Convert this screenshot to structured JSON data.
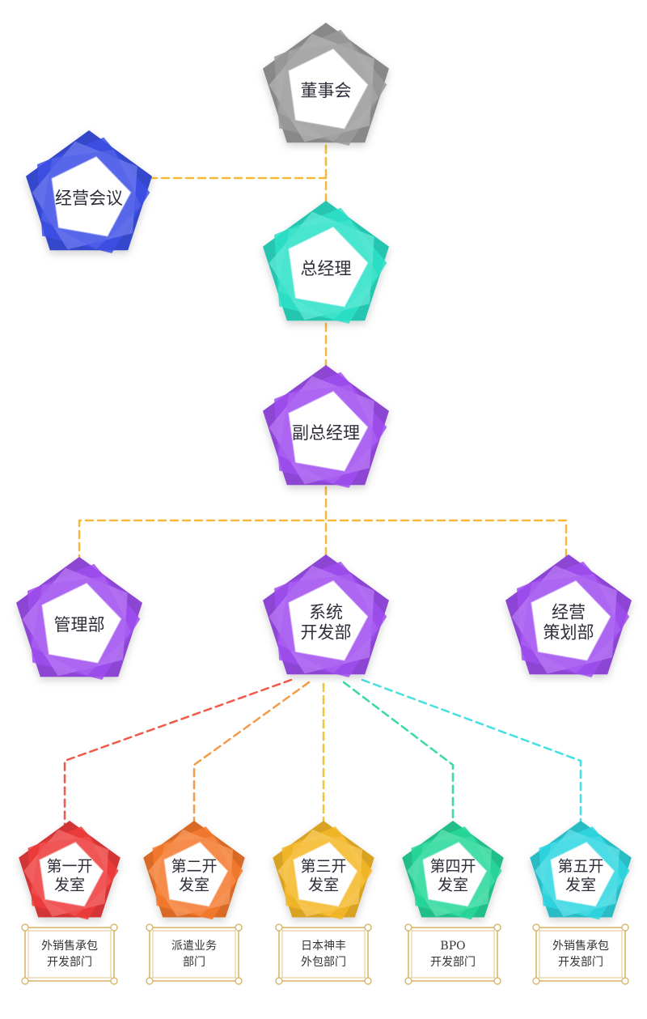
{
  "nodes": {
    "board": {
      "lines": [
        "董事会"
      ],
      "color": "#9a9a9a"
    },
    "mgmt_meeting": {
      "lines": [
        "经营会议"
      ],
      "color": "#3d4fe6"
    },
    "gm": {
      "lines": [
        "总经理"
      ],
      "color": "#2de0c8"
    },
    "deputy_gm": {
      "lines": [
        "副总经理"
      ],
      "color": "#a04ef0"
    },
    "admin_dept": {
      "lines": [
        "管理部"
      ],
      "color": "#a04ef0"
    },
    "sys_dev_dept": {
      "lines": [
        "系统",
        "开发部"
      ],
      "color": "#a04ef0"
    },
    "planning_dept": {
      "lines": [
        "经营",
        "策划部"
      ],
      "color": "#a04ef0"
    },
    "dev1": {
      "lines": [
        "第一开",
        "发室"
      ],
      "color": "#ef3b3b"
    },
    "dev2": {
      "lines": [
        "第二开",
        "发室"
      ],
      "color": "#f57a2e"
    },
    "dev3": {
      "lines": [
        "第三开",
        "发室"
      ],
      "color": "#f5b928"
    },
    "dev4": {
      "lines": [
        "第四开",
        "发室"
      ],
      "color": "#27d89a"
    },
    "dev5": {
      "lines": [
        "第五开",
        "发室"
      ],
      "color": "#2fd6e0"
    }
  },
  "descriptions": {
    "dev1": [
      "外销售承包",
      "开发部门"
    ],
    "dev2": [
      "派遣业务",
      "部门"
    ],
    "dev3": [
      "日本神丰",
      "外包部门"
    ],
    "dev4": [
      "BPO",
      "开发部门"
    ],
    "dev5": [
      "外销售承包",
      "开发部门"
    ]
  },
  "connector_colors": {
    "main": "#f5b93a",
    "dev1": "#ef5a4a",
    "dev2": "#f59a4a",
    "dev3": "#f5c03a",
    "dev4": "#3ad8a8",
    "dev5": "#45e0e0"
  },
  "frame_color": "#d9b66a"
}
